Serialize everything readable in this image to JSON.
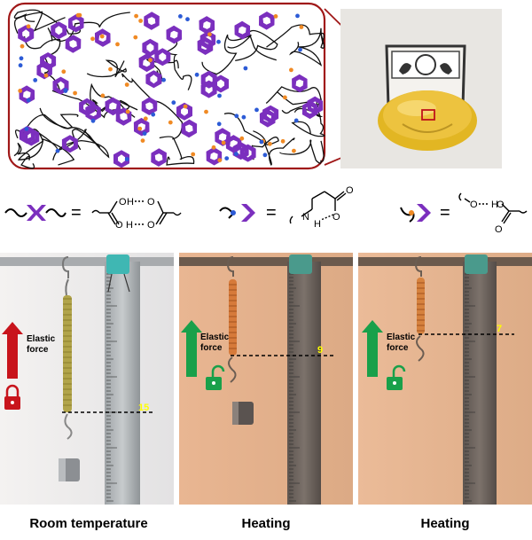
{
  "colors": {
    "hbond_unit": "#7b2fbe",
    "linker_blue": "#2c5bd6",
    "linker_orange": "#f08a24",
    "callout_border": "#a01818",
    "locked_arrow": "#c8141c",
    "unlocked_arrow": "#19a04a",
    "measure_label": "#ffff00",
    "ruler_clip": "#3fb7b3"
  },
  "icons": [
    "hbond-motif-icon",
    "amine-linker-icon",
    "ketone-linker-icon",
    "padlock-locked-icon",
    "padlock-unlocked-icon"
  ],
  "legend": {
    "eq": "=",
    "row1_a": "O",
    "row1_b": "H",
    "row1_c": "O",
    "row1_d": "O",
    "row1_e": "H",
    "row1_f": "O",
    "row2_n": "N",
    "row2_h": "H",
    "row2_o1": "O",
    "row2_o2": "O",
    "row3_o1": "O",
    "row3_h": "H",
    "row3_o2": "O",
    "row3_o3": "O"
  },
  "panels": [
    {
      "force_label_1": "Elastic",
      "force_label_2": "force",
      "measure": "15",
      "caption": "Room temperature",
      "lock": "locked"
    },
    {
      "force_label_1": "Elastic",
      "force_label_2": "force",
      "measure": "9",
      "caption": "Heating",
      "lock": "unlocked"
    },
    {
      "force_label_1": "Elastic",
      "force_label_2": "force",
      "measure": "7",
      "caption": "Heating",
      "lock": "unlocked"
    }
  ]
}
